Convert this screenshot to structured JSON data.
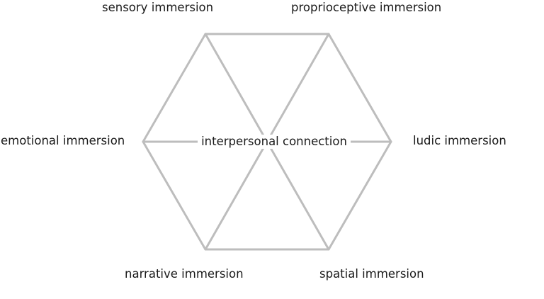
{
  "diagram": {
    "center": "interpersonal connection",
    "nodes": {
      "top_left": "sensory immersion",
      "top_right": "proprioceptive immersion",
      "left": "emotional immersion",
      "right": "ludic immersion",
      "bottom_left": "narrative immersion",
      "bottom_right": "spatial immersion"
    },
    "line_color": "#bdbdbd"
  }
}
